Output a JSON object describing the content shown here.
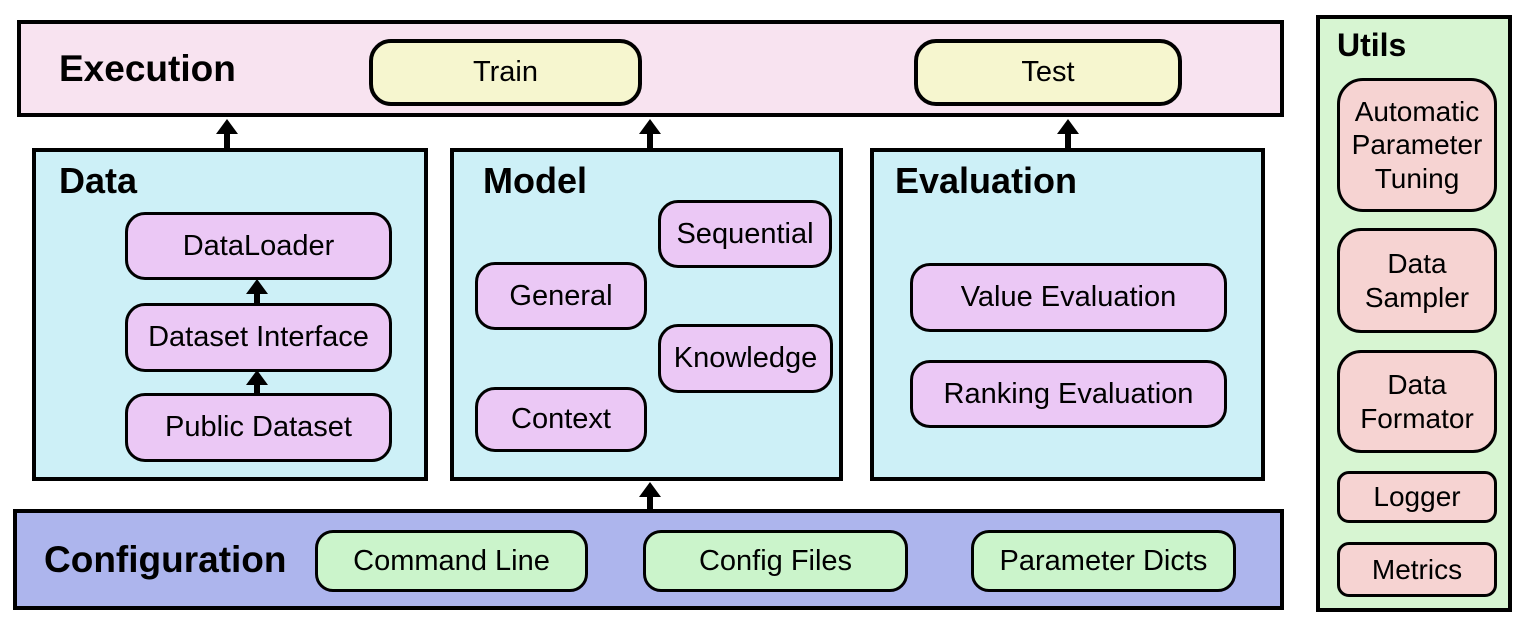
{
  "execution": {
    "title": "Execution",
    "nodes": [
      "Train",
      "Test"
    ]
  },
  "modules": [
    {
      "title": "Data",
      "items": [
        "DataLoader",
        "Dataset Interface",
        "Public Dataset"
      ]
    },
    {
      "title": "Model",
      "items": [
        "Sequential",
        "General",
        "Knowledge",
        "Context"
      ]
    },
    {
      "title": "Evaluation",
      "items": [
        "Value Evaluation",
        "Ranking Evaluation"
      ]
    }
  ],
  "configuration": {
    "title": "Configuration",
    "items": [
      "Command Line",
      "Config Files",
      "Parameter Dicts"
    ]
  },
  "utils": {
    "title": "Utils",
    "items": [
      "Automatic Parameter Tuning",
      "Data Sampler",
      "Data Formator",
      "Logger",
      "Metrics"
    ]
  },
  "colors": {
    "pink_fill": "#f8e3f0",
    "yellow_fill": "#f6f6cf",
    "cyan_fill": "#cdf0f7",
    "purple_fill": "#ebc8f5",
    "periwinkle_fill": "#adb5ed",
    "green_fill": "#cbf4cb",
    "utils_green_fill": "#d7f5d2",
    "utils_pink_fill": "#f6d3d2",
    "border": "#000000"
  }
}
